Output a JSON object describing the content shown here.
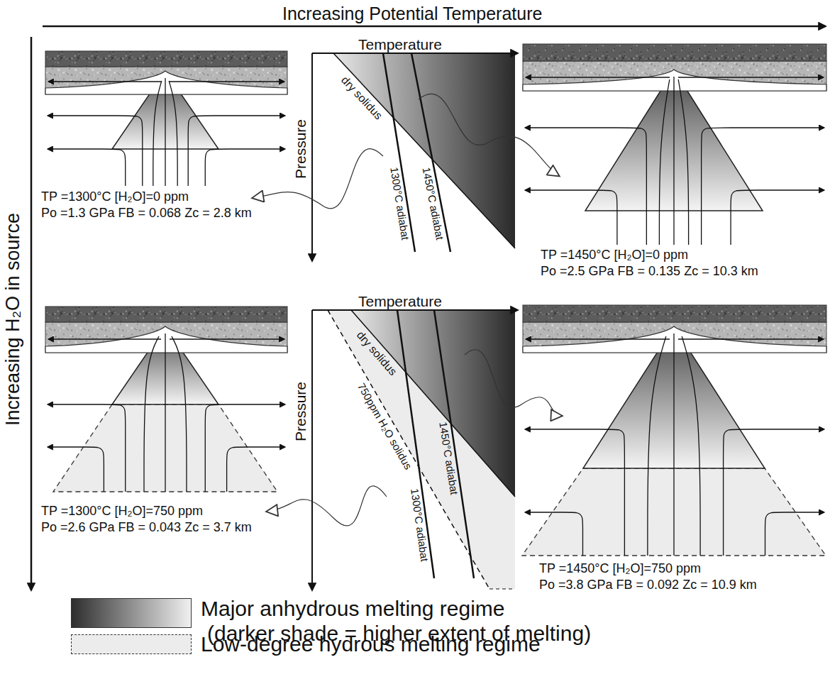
{
  "diagram": {
    "labels": [
      "Increasing Potential Temperature",
      "Increasing H₂O in source",
      "Temperature",
      "Pressure",
      "dry solidus",
      "1300°C adiabat",
      "1450°C adiabat",
      "TP =1300°C [H₂O]=0 ppm",
      "Po =1.3 GPa FB = 0.068 Zc = 2.8 km",
      "TP =1450°C [H₂O]=0 ppm",
      "Po =2.5 GPa FB = 0.135 Zc = 10.3 km",
      "Temperature",
      "Pressure",
      "dry solidus",
      "750ppm H₂O solidus",
      "1300°C adiabat",
      "1450°C adiabat",
      "TP =1300°C [H₂O]=750 ppm",
      "Po =2.6 GPa FB = 0.043 Zc = 3.7 km",
      "TP =1450°C [H₂O]=750 ppm",
      "Po =3.8 GPa FB = 0.092 Zc = 10.9 km",
      "(darker shade = higher extent of melting)"
    ],
    "legend": [
      {
        "text": "Major anhydrous melting regime"
      },
      {
        "text": "Low-degree hydrous melting regime",
        "color": "#ececec"
      }
    ]
  }
}
